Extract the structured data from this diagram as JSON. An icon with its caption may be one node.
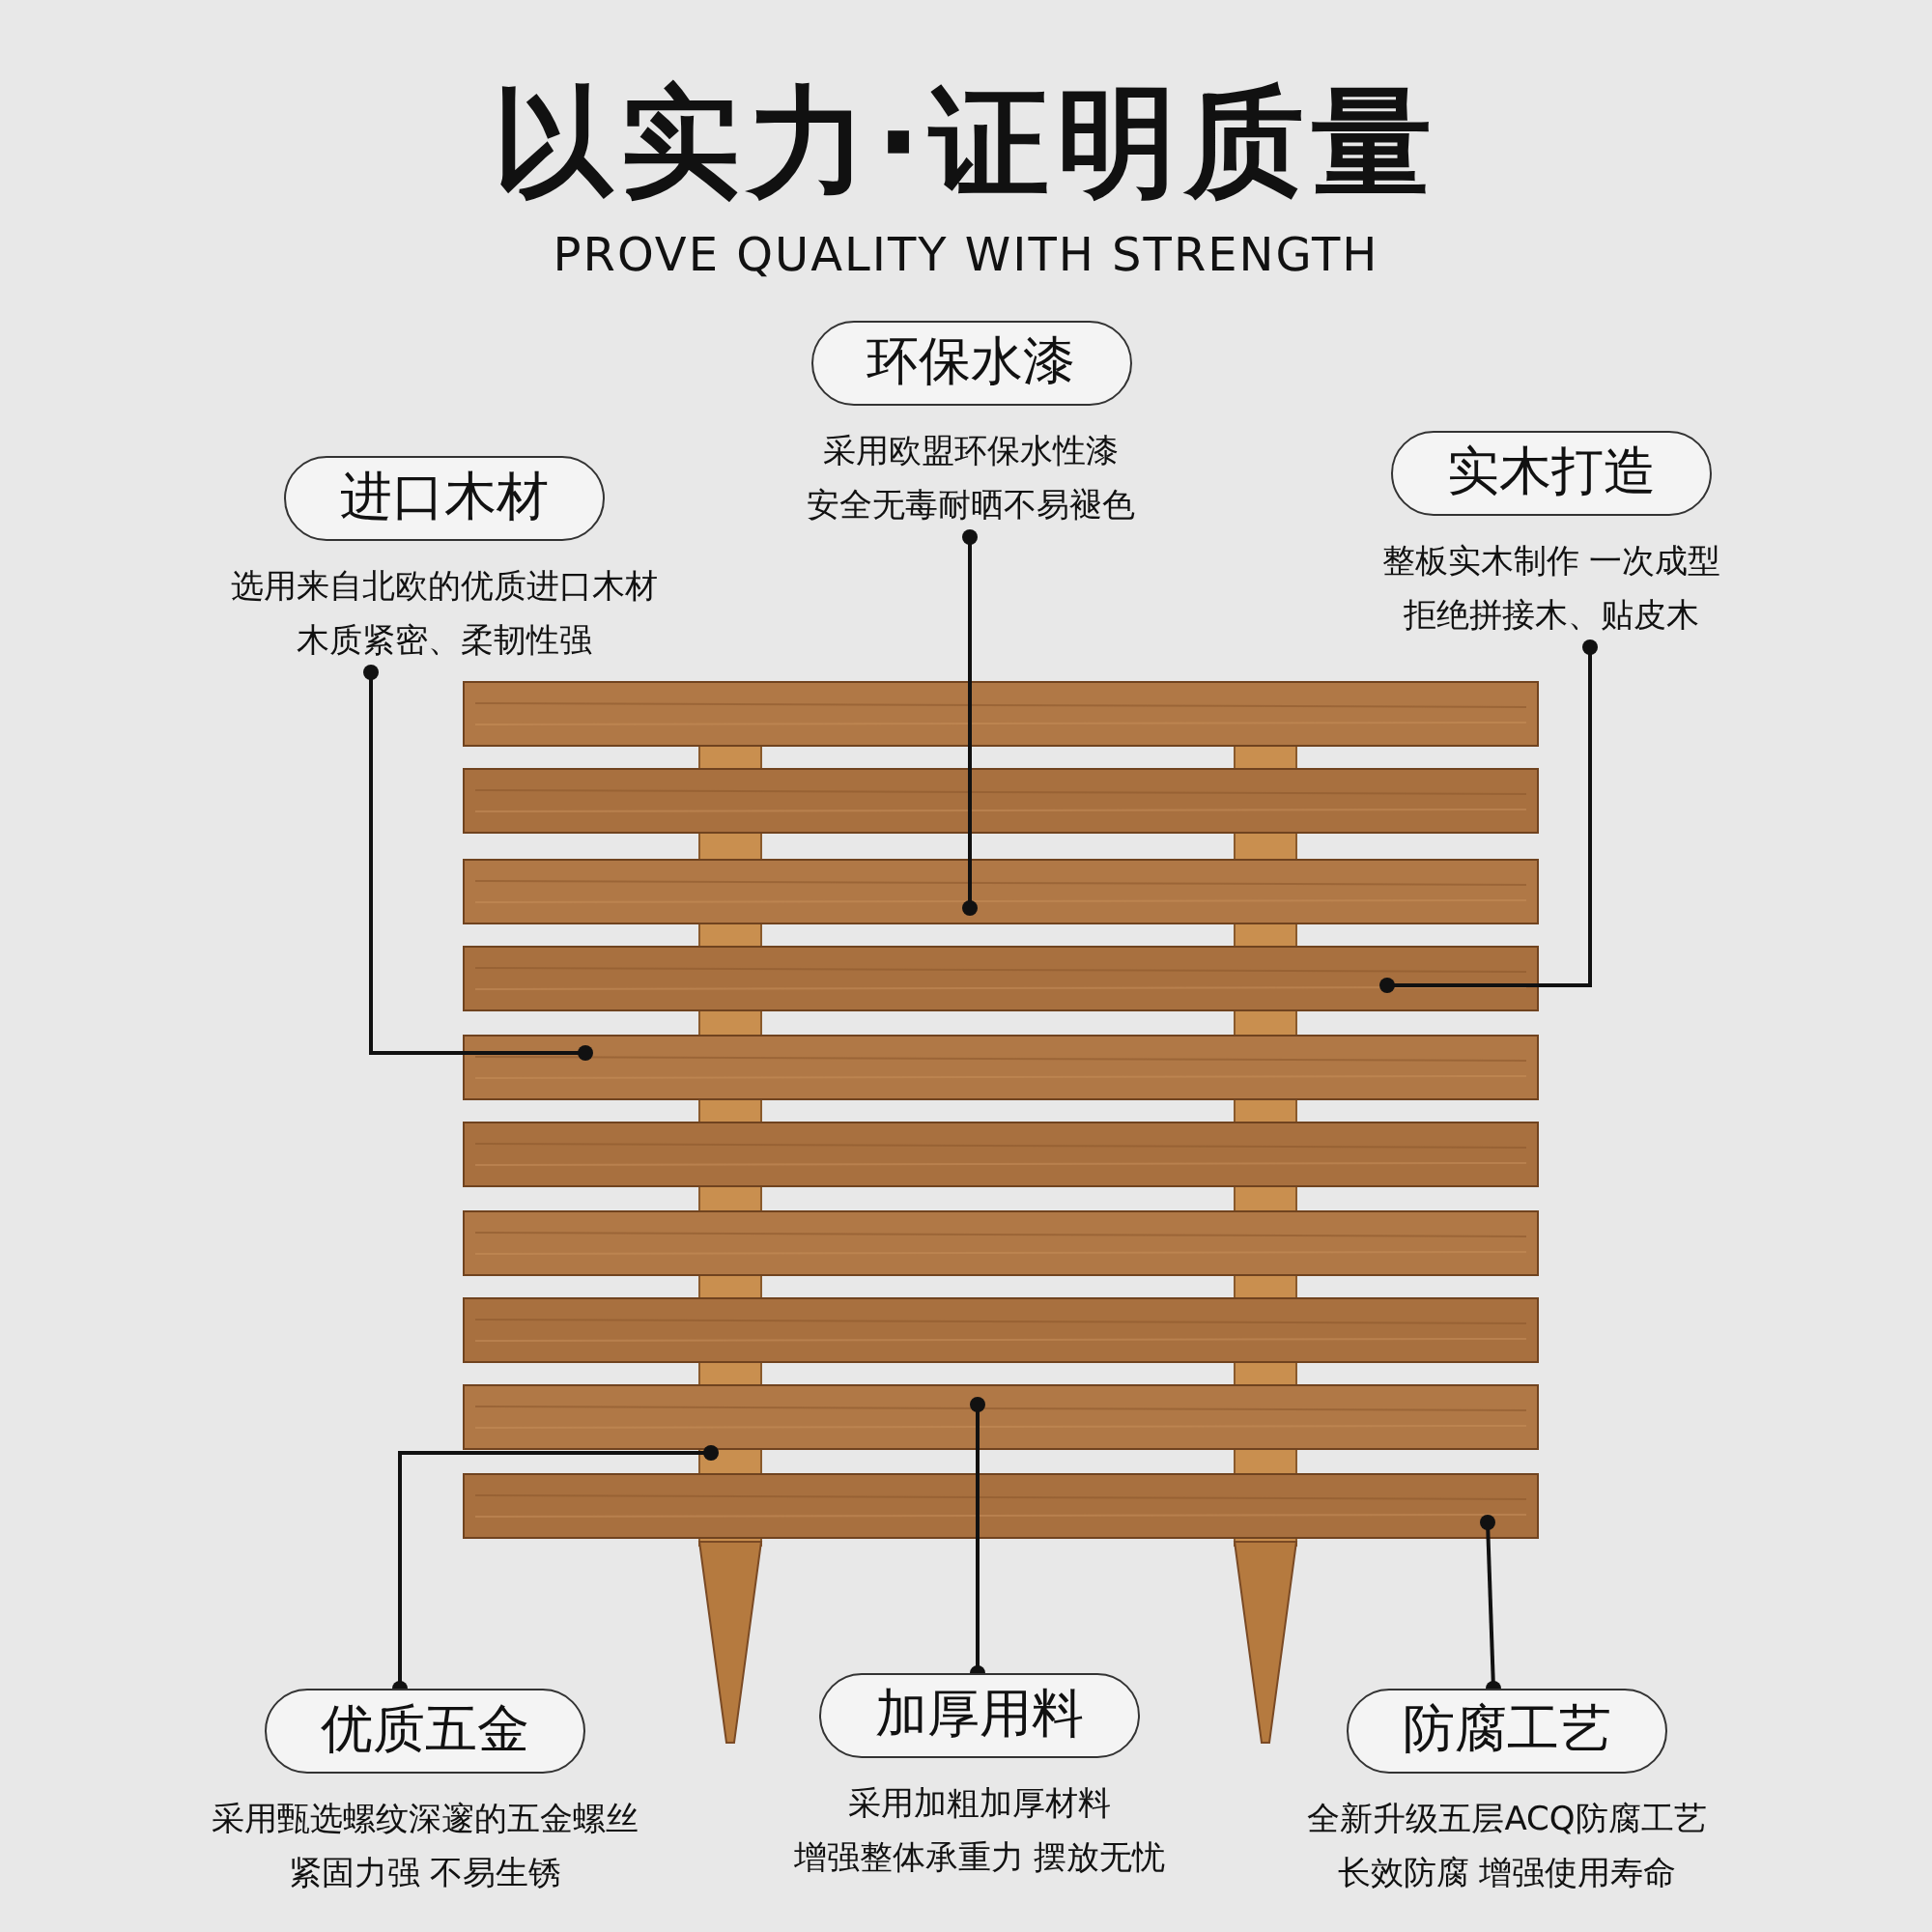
{
  "diagram": {
    "title": "以实力·证明质量",
    "caption": "PROVE QUALITY WITH STRENGTH",
    "nodes": [
      {
        "text": [
          "进口木材"
        ],
        "beside": [
          "选用来自北欧的优质进口木材木质紧密、柔韧性强"
        ]
      },
      {
        "text": [
          "环保水漆"
        ],
        "beside": [
          "采用欧盟环保水性漆安全无毒耐晒不易褪色"
        ]
      },
      {
        "text": [
          "实木打造"
        ],
        "beside": [
          "整板实木制作 一次成型拒绝拼接木、贴皮木"
        ]
      },
      {
        "text": [
          "优质五金"
        ],
        "beside": [
          "采用甄选螺纹深邃的五金螺丝紧固力强 不易生锈"
        ]
      },
      {
        "text": [
          "加厚用料"
        ],
        "beside": [
          "采用加粗加厚材料增强整体承重力 摆放无忧"
        ]
      },
      {
        "text": [
          "防腐工艺"
        ],
        "beside": [
          "全新升级五层ACQ防腐工艺长效防腐 增强使用寿命"
        ]
      }
    ],
    "edges": [
      {
        "from": 0,
        "to": null,
        "arrow": "other"
      },
      {
        "from": 1,
        "to": null,
        "arrow": "other"
      },
      {
        "from": 2,
        "to": null,
        "arrow": "other"
      },
      {
        "from": 3,
        "to": null,
        "arrow": "other"
      },
      {
        "from": 4,
        "to": null,
        "arrow": "other"
      },
      {
        "from": 5,
        "to": null,
        "arrow": "other"
      }
    ]
  }
}
